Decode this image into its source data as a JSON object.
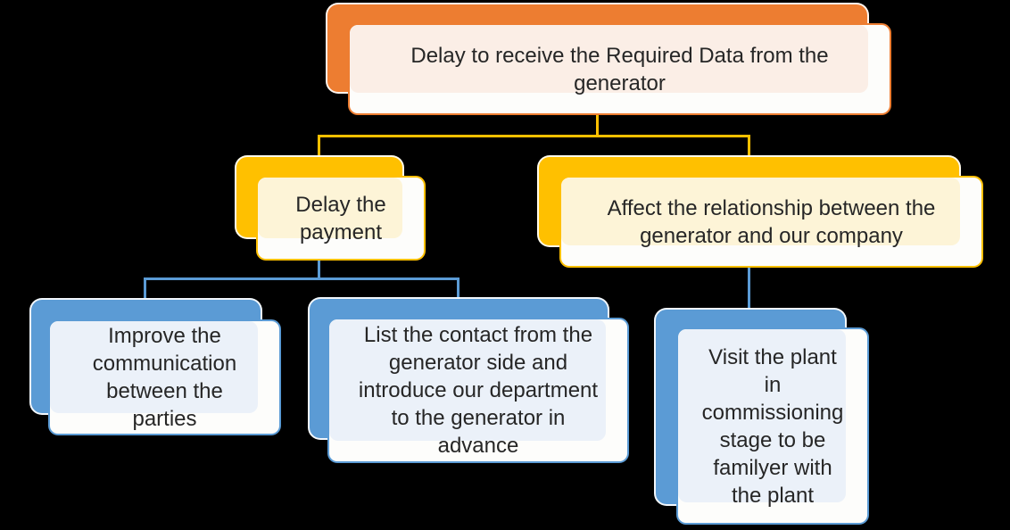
{
  "canvas": {
    "background_color": "#000000"
  },
  "diagram": {
    "type": "org-chart-hierarchy",
    "nodes": {
      "root": {
        "label": "Delay to receive the Required Data from the\ngenerator",
        "level": 1,
        "accent_color": "#ED7D31",
        "fill_tint": "#FBEEE6"
      },
      "delay_payment": {
        "label": "Delay the\npayment",
        "level": 2,
        "accent_color": "#FFC000",
        "fill_tint": "#FDF4D7"
      },
      "affect_relationship": {
        "label": "Affect the relationship between the\ngenerator and our company",
        "level": 2,
        "accent_color": "#FFC000",
        "fill_tint": "#FDF4D7"
      },
      "improve_communication": {
        "label": "Improve the\ncommunication\nbetween the\nparties",
        "level": 3,
        "accent_color": "#5B9BD5",
        "fill_tint": "#EBF1F9"
      },
      "list_contact": {
        "label": "List the contact from the\ngenerator side and\nintroduce our department\nto the generator in\nadvance",
        "level": 3,
        "accent_color": "#5B9BD5",
        "fill_tint": "#EBF1F9"
      },
      "visit_plant": {
        "label": "Visit the plant\nin\ncommissioning\nstage to be\nfamilyer with\nthe plant",
        "level": 3,
        "accent_color": "#5B9BD5",
        "fill_tint": "#EBF1F9"
      }
    },
    "edges": [
      {
        "from": "root",
        "to": "delay_payment",
        "color": "#FFC000"
      },
      {
        "from": "root",
        "to": "affect_relationship",
        "color": "#FFC000"
      },
      {
        "from": "delay_payment",
        "to": "improve_communication",
        "color": "#5B9BD5"
      },
      {
        "from": "delay_payment",
        "to": "list_contact",
        "color": "#5B9BD5"
      },
      {
        "from": "affect_relationship",
        "to": "visit_plant",
        "color": "#5B9BD5"
      }
    ],
    "connector_colors": {
      "level1_to_level2": "#FFC000",
      "level2_to_level3": "#5B9BD5"
    }
  }
}
